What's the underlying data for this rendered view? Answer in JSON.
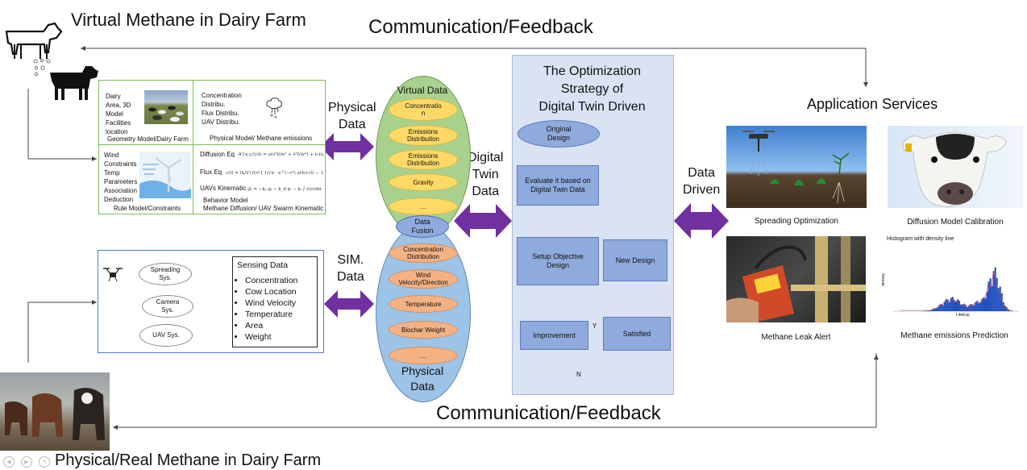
{
  "titles": {
    "virtual_farm": "Virtual Methane in Dairy Farm",
    "physical_farm": "Physical/Real Methane in Dairy Farm",
    "comm_top": "Communication/Feedback",
    "comm_bottom": "Communication/Feedback",
    "app_services": "Application Services"
  },
  "arrow_labels": {
    "physical_data": "Physical\nData",
    "digital_twin_data": "Digital\nTwin\nData",
    "data_driven": "Data\nDriven",
    "sim_data": "SIM.\nData"
  },
  "models": {
    "geometry": {
      "text": "Dairy\nArea, 3D\nModel\nFacilities\nlocation",
      "caption": "Geometry Model/Dairy Farm"
    },
    "physical": {
      "text": "Concentration\nDistribu.\nFlux Distribu.\nUAV Distribu.",
      "caption": "Physical Model/ Methane emissions"
    },
    "rule": {
      "text": "Wind\nConstraints\nTemp\nParameters\nAssociation\nDeduction",
      "caption": "Rule Model/Constraints"
    },
    "behavior": {
      "eq1_label": "Diffusion Eq",
      "eq2_label": "Flux Eq",
      "eq3_label": "UAVs Kinematic",
      "eq1": "∂C(x,y,t)/∂t = u(∂²f/∂x² + ∂²f/∂y²) + r₀(x,y,t)",
      "eq2": "c(t) = (k/V) f(r) [ 1/√π · e^(−r²) erfc(√t) − 1 ] + r₀",
      "eq3": "p̈ᵢ = −kₚ pᵢ − k_d ṗᵢ − kᵢ ∫ e(σ)dσ",
      "caption1": "Behavior Model",
      "caption2": "Methane Diffusion/ UAV Swarm Kinematic"
    }
  },
  "sim": {
    "systems": [
      "Spreading\nSys.",
      "Camera\nSys.",
      "UAV Sys."
    ],
    "sensing_title": "Sensing Data",
    "sensing_items": [
      "Concentration",
      "Cow Location",
      "Wind Velocity",
      "Temperature",
      "Area",
      "Weight"
    ]
  },
  "virtual_data": {
    "title": "Virtual Data",
    "items": [
      "Concentratio\nn",
      "Emissions\nDistribution",
      "Emissions\nDistribution",
      "Gravity",
      "..."
    ]
  },
  "data_fusion": "Data\nFusion",
  "physical_data": {
    "title": "Physical\nData",
    "items": [
      "Concentration\nDistribution",
      "Wind\nVelocity/Direction",
      "Temperature",
      "Biochar Weight",
      "..."
    ]
  },
  "optimization": {
    "title": "The Optimization\nStrategy of\nDigital Twin Driven",
    "original": "Original\nDesign",
    "evaluate": "Evaluate it based on\nDigital Twin Data",
    "setup": "Setup Objective\nDesign",
    "new_design": "New Design",
    "improvement": "Improvement",
    "satisfied": "Satisfied",
    "yes": "Y",
    "no": "N"
  },
  "applications": {
    "spreading": "Spreading Optimization",
    "diffusion": "Diffusion Model Calibration",
    "leak": "Methane Leak Alert",
    "prediction": "Methane  emissions Prediction",
    "histogram_title": "Histogram with density line",
    "histogram_xlabel": "LifeExp",
    "histogram_ylabel": "density"
  },
  "colors": {
    "purple_arrow": "#7030a0",
    "green_ellipse": "#a9d18e",
    "blue_ellipse": "#9dc3e6",
    "yellow_pill": "#ffd966",
    "orange_pill": "#f4b183",
    "step_box": "#8faadc",
    "panel": "#dae3f3"
  },
  "icons": [
    "cow-outline-icon",
    "cow-solid-icon",
    "methane-cloud-icon",
    "drone-icon",
    "wind-turbine-icon",
    "presentation-nav-icons"
  ]
}
